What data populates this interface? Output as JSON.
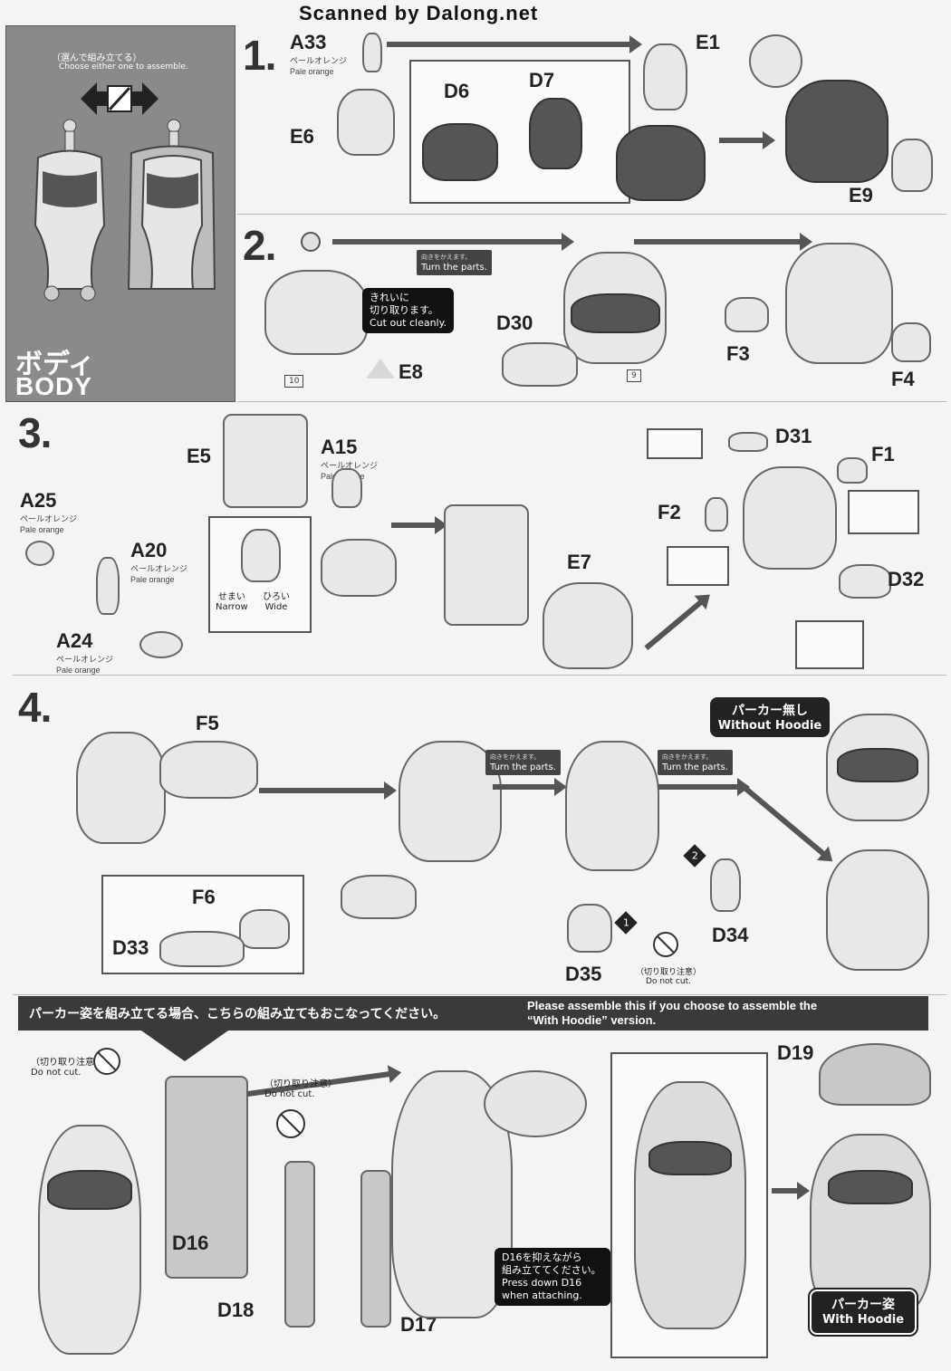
{
  "header": {
    "scan_credit": "Scanned by Dalong.net"
  },
  "sidebar": {
    "choose_jp": "（選んで組み立てる）",
    "choose_en": "Choose either one to assemble.",
    "title_jp": "ボディ",
    "title_en": "BODY"
  },
  "step1": {
    "number": "1.",
    "part_a33": "A33",
    "a33_sub_jp": "ペールオレンジ",
    "a33_sub_en": "Pale orange",
    "part_e6": "E6",
    "part_d6": "D6",
    "part_d7": "D7",
    "part_e1": "E1",
    "part_e9": "E9"
  },
  "step2": {
    "number": "2.",
    "turn_jp": "向きをかえます。",
    "turn_en": "Turn the parts.",
    "cut_jp1": "きれいに",
    "cut_jp2": "切り取ります。",
    "cut_en": "Cut out cleanly.",
    "part_e8": "E8",
    "part_d30": "D30",
    "part_f3": "F3",
    "part_f4": "F4",
    "ref10": "10",
    "ref9": "9"
  },
  "step3": {
    "number": "3.",
    "part_e5": "E5",
    "part_a15": "A15",
    "a15_sub_jp": "ペールオレンジ",
    "a15_sub_en": "Pale orange",
    "part_a25": "A25",
    "a25_sub_jp": "ペールオレンジ",
    "a25_sub_en": "Pale orange",
    "part_a20": "A20",
    "a20_sub_jp": "ペールオレンジ",
    "a20_sub_en": "Pale orange",
    "part_a24": "A24",
    "a24_sub_jp": "ペールオレンジ",
    "a24_sub_en": "Pale orange",
    "narrow_jp": "せまい",
    "narrow_en": "Narrow",
    "wide_jp": "ひろい",
    "wide_en": "Wide",
    "part_e7": "E7",
    "part_d31": "D31",
    "part_f1": "F1",
    "part_f2": "F2",
    "part_d32": "D32"
  },
  "step4": {
    "number": "4.",
    "part_f5": "F5",
    "part_f6": "F6",
    "part_d33": "D33",
    "turn1_jp": "向きをかえます。",
    "turn1_en": "Turn the parts.",
    "turn2_jp": "向きをかえます。",
    "turn2_en": "Turn the parts.",
    "without_jp": "パーカー無し",
    "without_en": "Without Hoodie",
    "part_d34": "D34",
    "part_d35": "D35",
    "donotcut_jp": "（切り取り注意）",
    "donotcut_en": "Do not cut.",
    "order1": "1",
    "order2": "2"
  },
  "hoodie": {
    "banner_jp": "パーカー姿を組み立てる場合、こちらの組み立てもおこなってください。",
    "banner_en1": "Please assemble this if you choose to assemble the",
    "banner_en2": "“With Hoodie” version.",
    "donotcut1_jp": "（切り取り注意）",
    "donotcut1_en": "Do not cut.",
    "donotcut2_jp": "（切り取り注意）",
    "donotcut2_en": "Do not cut.",
    "part_d16": "D16",
    "part_d18": "D18",
    "part_d17": "D17",
    "part_d19": "D19",
    "press_jp1": "D16を抑えながら",
    "press_jp2": "組み立ててください。",
    "press_en1": "Press down D16",
    "press_en2": "when attaching.",
    "with_jp": "パーカー姿",
    "with_en": "With Hoodie"
  }
}
